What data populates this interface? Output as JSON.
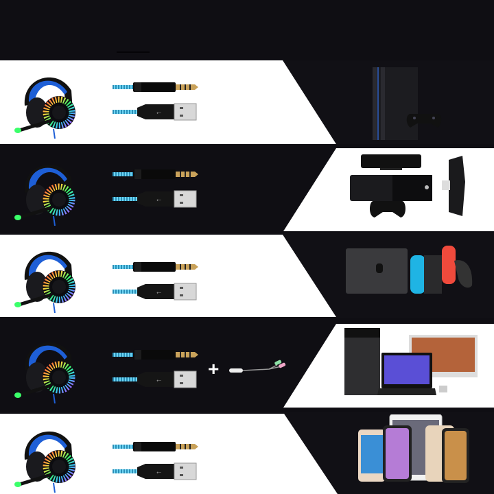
{
  "image": {
    "description": "Gaming headset compatibility banner with five alternating bands",
    "colors": {
      "dark_bg": "#0f0e13",
      "white_bg": "#ffffff",
      "cable_blue": "#3fb6dc",
      "gold_jack": "#c9a25a",
      "headset_blue": "#1e5fd6"
    }
  },
  "rows": [
    {
      "index": 1,
      "left_bg": "white",
      "connectors": [
        "3.5mm-jack",
        "usb-a"
      ],
      "extra": "",
      "device": "PlayStation 4 Pro console with DualShock 4 controller"
    },
    {
      "index": 2,
      "left_bg": "dark",
      "connectors": [
        "3.5mm-jack",
        "usb-a"
      ],
      "extra": "",
      "device": "Xbox One console with Kinect, controller and stereo headset adapter"
    },
    {
      "index": 3,
      "left_bg": "white",
      "connectors": [
        "3.5mm-jack",
        "usb-a"
      ],
      "extra": "",
      "device": "Nintendo Switch with dock, Joy-Cons and Pro controller"
    },
    {
      "index": 4,
      "left_bg": "dark",
      "connectors": [
        "3.5mm-jack",
        "usb-a"
      ],
      "extra": "+",
      "extra_item": "3.5mm splitter cable (mic + audio)",
      "device": "Desktop PC tower, Windows laptop and iMac"
    },
    {
      "index": 5,
      "left_bg": "white",
      "connectors": [
        "3.5mm-jack",
        "usb-a"
      ],
      "extra": "",
      "device": "iPhones and iPad"
    }
  ],
  "plus_sign": "+"
}
